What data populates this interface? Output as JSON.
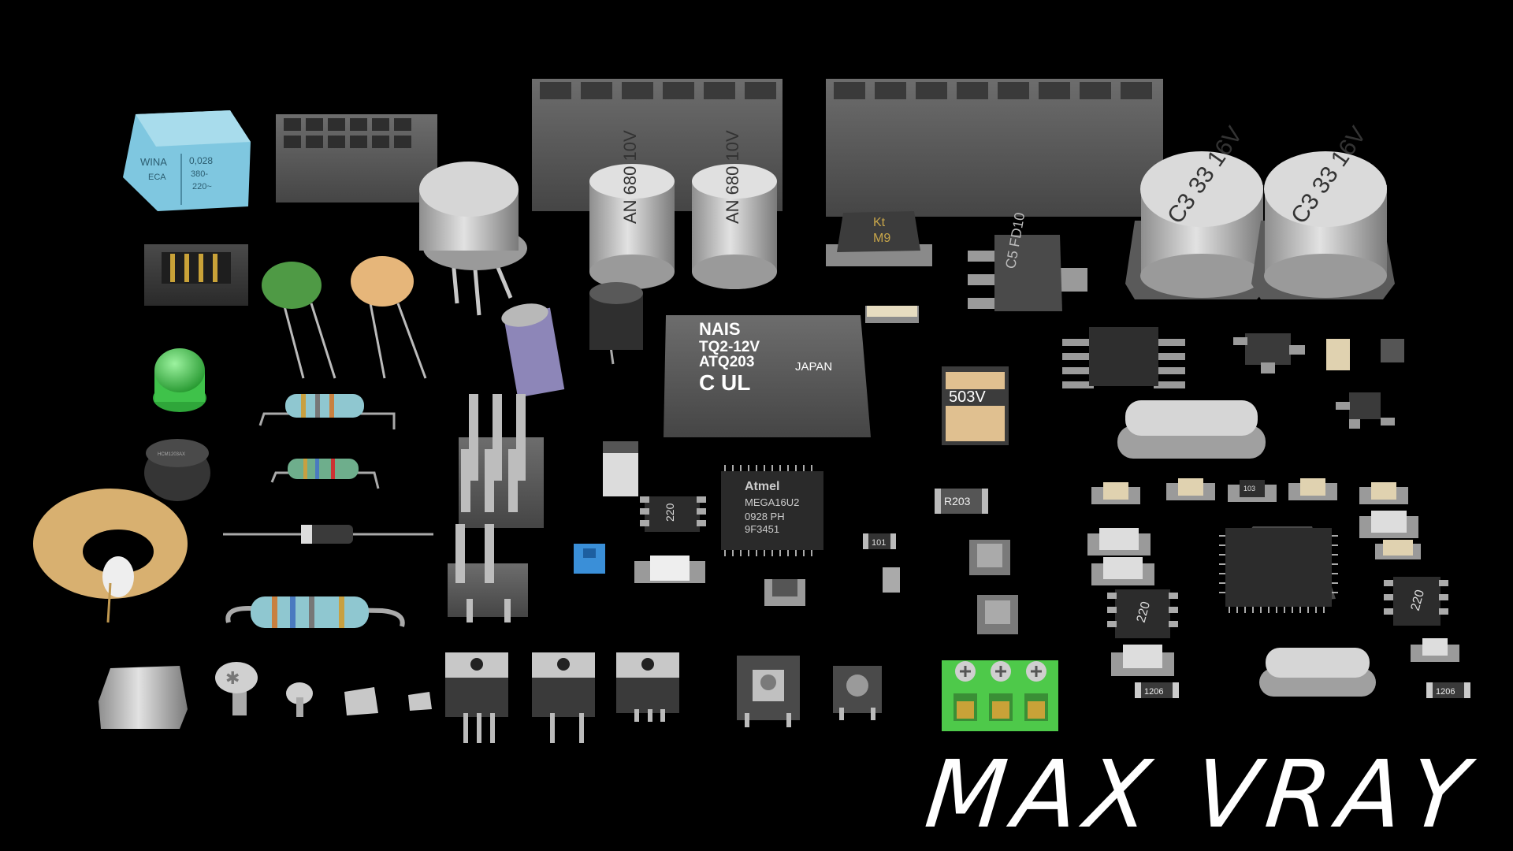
{
  "scene": {
    "caption": "MAX VRAY",
    "background_color": "#000000"
  },
  "labels": {
    "film_cap_brand": "WINA",
    "film_cap_value": "0,028",
    "film_cap_series": "ECA",
    "film_cap_voltage": "380-",
    "film_cap_rating": "220~",
    "elcap_small_1": "AN 680 10V",
    "elcap_small_2": "AN 680 10V",
    "elcap_large_1": "C3 33 16V",
    "elcap_large_2": "C3 33 16V",
    "relay_brand": "NAIS",
    "relay_model": "TQ2-12V",
    "relay_code": "ATQ203",
    "relay_origin": "JAPAN",
    "mcu_brand": "Atmel",
    "mcu_model": "MEGA16U2",
    "mcu_date": "0928 PH",
    "mcu_lot": "9F3451",
    "sot_marking": "C5 FD10",
    "smd_cap_kt": "Kt",
    "smd_cap_m9": "M9",
    "varistor": "503V",
    "resistor_r203": "R203",
    "resistor_101": "101",
    "resistor_103": "103",
    "array_220_a": "220",
    "array_220_b": "220",
    "array_220_c": "220",
    "chip_1206_a": "1206",
    "chip_1206_b": "1206",
    "buzzer_text": "HCM1203AX"
  },
  "colors": {
    "body_gray": "#5a5a5a",
    "metal": "#c9c9c9",
    "film_cap": "#7fc7e0",
    "led_green": "#3fc24a",
    "ceramic_green": "#4f9a45",
    "ceramic_tan": "#e6b67a",
    "toroid_copper": "#d8b070",
    "terminal_green": "#4ec94a",
    "jumper_blue": "#3a8fd8",
    "electrolytic_purple": "#8d86b8"
  }
}
